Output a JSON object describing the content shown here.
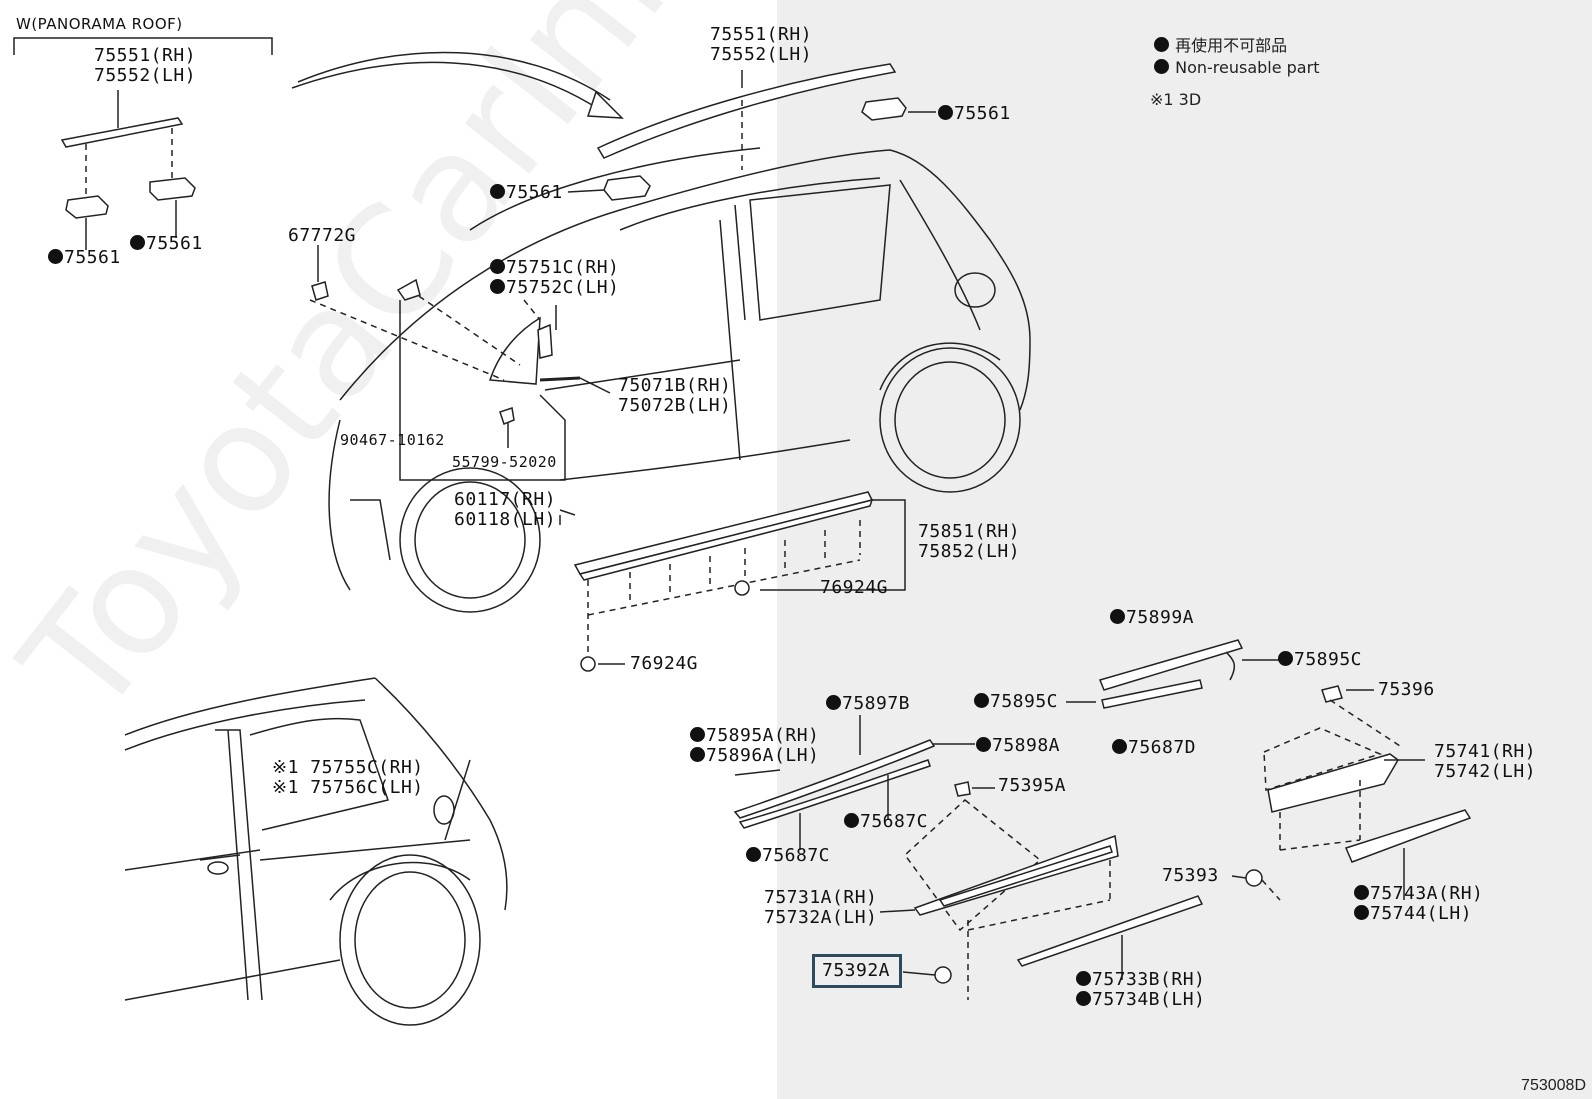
{
  "variant_header": "W(PANORAMA ROOF)",
  "watermark": "ToyotaCarInfo.ru",
  "diagram_code": "753008D",
  "legend": {
    "jp_text": "再使用不可部品",
    "en_text": "Non-reusable part",
    "footnote": "※1 3D"
  },
  "part_labels": [
    {
      "id": "pan-75551",
      "lines": [
        "75551(RH)",
        "75552(LH)"
      ],
      "non_reusable": false
    },
    {
      "id": "pan-75561-a",
      "lines": [
        "75561"
      ],
      "non_reusable": true
    },
    {
      "id": "pan-75561-b",
      "lines": [
        "75561"
      ],
      "non_reusable": true
    },
    {
      "id": "roof-75551",
      "lines": [
        "75551(RH)",
        "75552(LH)"
      ],
      "non_reusable": false
    },
    {
      "id": "roof-75561-rear",
      "lines": [
        "75561"
      ],
      "non_reusable": true
    },
    {
      "id": "roof-75561-front",
      "lines": [
        "75561"
      ],
      "non_reusable": true
    },
    {
      "id": "p-67772g",
      "lines": [
        "67772G"
      ],
      "non_reusable": false
    },
    {
      "id": "p-75751c",
      "lines": [
        "75751C(RH)",
        "75752C(LH)"
      ],
      "non_reusable": true
    },
    {
      "id": "p-75071b",
      "lines": [
        "75071B(RH)",
        "75072B(LH)"
      ],
      "non_reusable": false
    },
    {
      "id": "p-90467",
      "lines": [
        "90467-10162"
      ],
      "non_reusable": false
    },
    {
      "id": "p-55799",
      "lines": [
        "55799-52020"
      ],
      "non_reusable": false
    },
    {
      "id": "p-60117",
      "lines": [
        "60117(RH)",
        "60118(LH)"
      ],
      "non_reusable": false
    },
    {
      "id": "p-75851",
      "lines": [
        "75851(RH)",
        "75852(LH)"
      ],
      "non_reusable": false
    },
    {
      "id": "p-76924g-a",
      "lines": [
        "76924G"
      ],
      "non_reusable": false
    },
    {
      "id": "p-76924g-b",
      "lines": [
        "76924G"
      ],
      "non_reusable": false
    },
    {
      "id": "p-75899a",
      "lines": [
        "75899A"
      ],
      "non_reusable": true
    },
    {
      "id": "p-75895c-r",
      "lines": [
        "75895C"
      ],
      "non_reusable": true
    },
    {
      "id": "p-75895c-l",
      "lines": [
        "75895C"
      ],
      "non_reusable": true
    },
    {
      "id": "p-75687d",
      "lines": [
        "75687D"
      ],
      "non_reusable": true
    },
    {
      "id": "p-75396",
      "lines": [
        "75396"
      ],
      "non_reusable": false
    },
    {
      "id": "p-75897b",
      "lines": [
        "75897B"
      ],
      "non_reusable": true
    },
    {
      "id": "p-75895a",
      "lines": [
        "75895A(RH)",
        "75896A(LH)"
      ],
      "non_reusable": true
    },
    {
      "id": "p-75898a",
      "lines": [
        "75898A"
      ],
      "non_reusable": true
    },
    {
      "id": "p-75395a",
      "lines": [
        "75395A"
      ],
      "non_reusable": false
    },
    {
      "id": "p-75741",
      "lines": [
        "75741(RH)",
        "75742(LH)"
      ],
      "non_reusable": false
    },
    {
      "id": "p-75687c-a",
      "lines": [
        "75687C"
      ],
      "non_reusable": true
    },
    {
      "id": "p-75687c-b",
      "lines": [
        "75687C"
      ],
      "non_reusable": true
    },
    {
      "id": "p-75755c",
      "lines": [
        "※1 75755C(RH)",
        "※1 75756C(LH)"
      ],
      "non_reusable": true
    },
    {
      "id": "p-75393",
      "lines": [
        "75393"
      ],
      "non_reusable": false
    },
    {
      "id": "p-75731a",
      "lines": [
        "75731A(RH)",
        "75732A(LH)"
      ],
      "non_reusable": false
    },
    {
      "id": "p-75743a",
      "lines": [
        "75743A(RH)",
        "75744(LH)"
      ],
      "non_reusable": true
    },
    {
      "id": "p-75392a",
      "lines": [
        "75392A"
      ],
      "non_reusable": false,
      "highlighted": true
    },
    {
      "id": "p-75733b",
      "lines": [
        "75733B(RH)",
        "75734B(LH)"
      ],
      "non_reusable": true
    }
  ]
}
